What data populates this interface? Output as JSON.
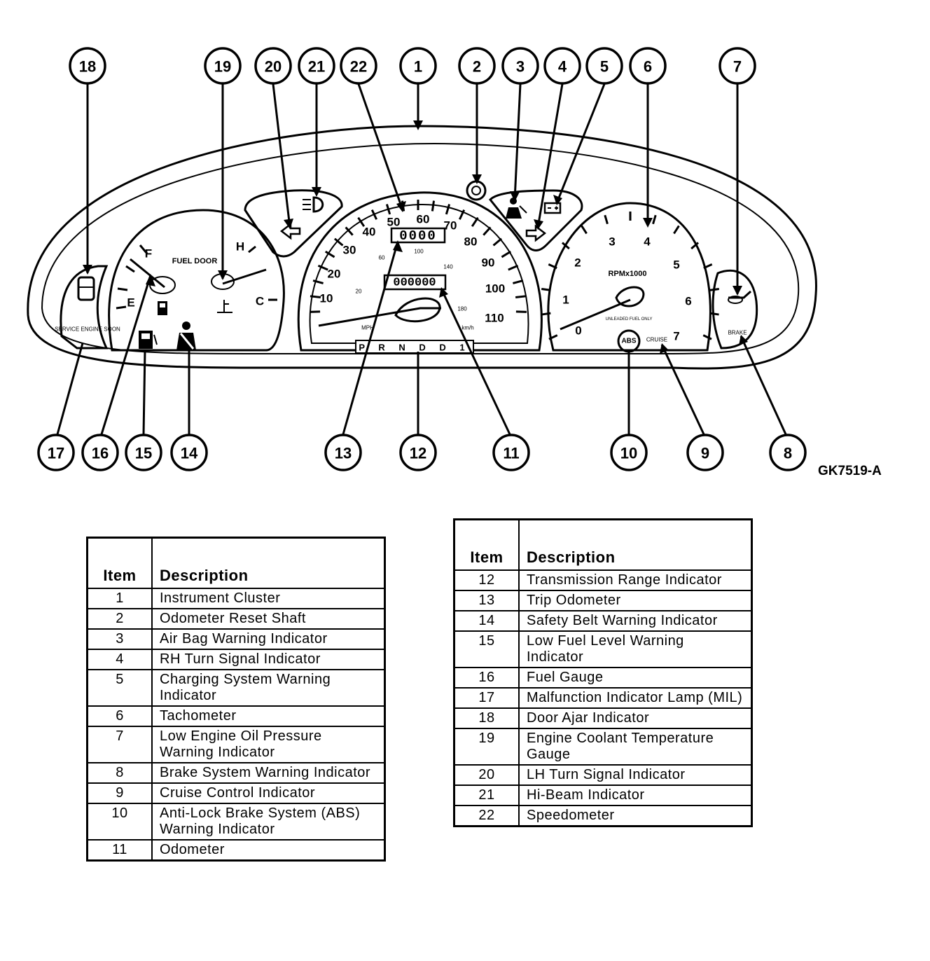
{
  "figure_code": "GK7519-A",
  "callouts": [
    "18",
    "19",
    "20",
    "21",
    "22",
    "1",
    "2",
    "3",
    "4",
    "5",
    "6",
    "7",
    "17",
    "16",
    "15",
    "14",
    "13",
    "12",
    "11",
    "10",
    "9",
    "8"
  ],
  "cluster": {
    "fuel_door_label": "FUEL DOOR",
    "fuel_labels": [
      "F",
      "E"
    ],
    "temp_labels": [
      "H",
      "C"
    ],
    "speed_mph": [
      "10",
      "20",
      "30",
      "40",
      "50",
      "60",
      "70",
      "80",
      "90",
      "100",
      "110"
    ],
    "speed_kmh": [
      "20",
      "60",
      "100",
      "140",
      "180"
    ],
    "speed_units": [
      "MPH",
      "km/h"
    ],
    "trip_odometer": "0000",
    "odometer": "000000",
    "tach_numbers": [
      "0",
      "1",
      "2",
      "3",
      "4",
      "5",
      "6",
      "7"
    ],
    "tach_label": "RPMx1000",
    "unleaded_label": "UNLEADED FUEL ONLY",
    "abs_label": "ABS",
    "cruise_label": "CRUISE",
    "prnd_label": "P R N D D 1",
    "mil_label": "SERVICE ENGINE SOON",
    "brake_label": "BRAKE"
  },
  "legend_left": {
    "header_item": "Item",
    "header_desc": "Description",
    "rows": [
      {
        "item": "1",
        "desc": "Instrument Cluster"
      },
      {
        "item": "2",
        "desc": "Odometer Reset Shaft"
      },
      {
        "item": "3",
        "desc": "Air Bag Warning Indicator"
      },
      {
        "item": "4",
        "desc": "RH Turn Signal Indicator"
      },
      {
        "item": "5",
        "desc": "Charging System Warning Indicator"
      },
      {
        "item": "6",
        "desc": "Tachometer"
      },
      {
        "item": "7",
        "desc": "Low Engine Oil Pressure Warning Indicator"
      },
      {
        "item": "8",
        "desc": "Brake System Warning Indicator"
      },
      {
        "item": "9",
        "desc": "Cruise Control Indicator"
      },
      {
        "item": "10",
        "desc": "Anti-Lock Brake System (ABS) Warning Indicator"
      },
      {
        "item": "11",
        "desc": "Odometer"
      }
    ]
  },
  "legend_right": {
    "header_item": "Item",
    "header_desc": "Description",
    "rows": [
      {
        "item": "12",
        "desc": "Transmission Range Indicator"
      },
      {
        "item": "13",
        "desc": "Trip Odometer"
      },
      {
        "item": "14",
        "desc": "Safety Belt Warning Indicator"
      },
      {
        "item": "15",
        "desc": "Low Fuel Level Warning Indicator"
      },
      {
        "item": "16",
        "desc": "Fuel Gauge"
      },
      {
        "item": "17",
        "desc": "Malfunction Indicator Lamp (MIL)"
      },
      {
        "item": "18",
        "desc": "Door Ajar Indicator"
      },
      {
        "item": "19",
        "desc": "Engine Coolant Temperature Gauge"
      },
      {
        "item": "20",
        "desc": "LH Turn Signal Indicator"
      },
      {
        "item": "21",
        "desc": "Hi-Beam Indicator"
      },
      {
        "item": "22",
        "desc": "Speedometer"
      }
    ]
  }
}
